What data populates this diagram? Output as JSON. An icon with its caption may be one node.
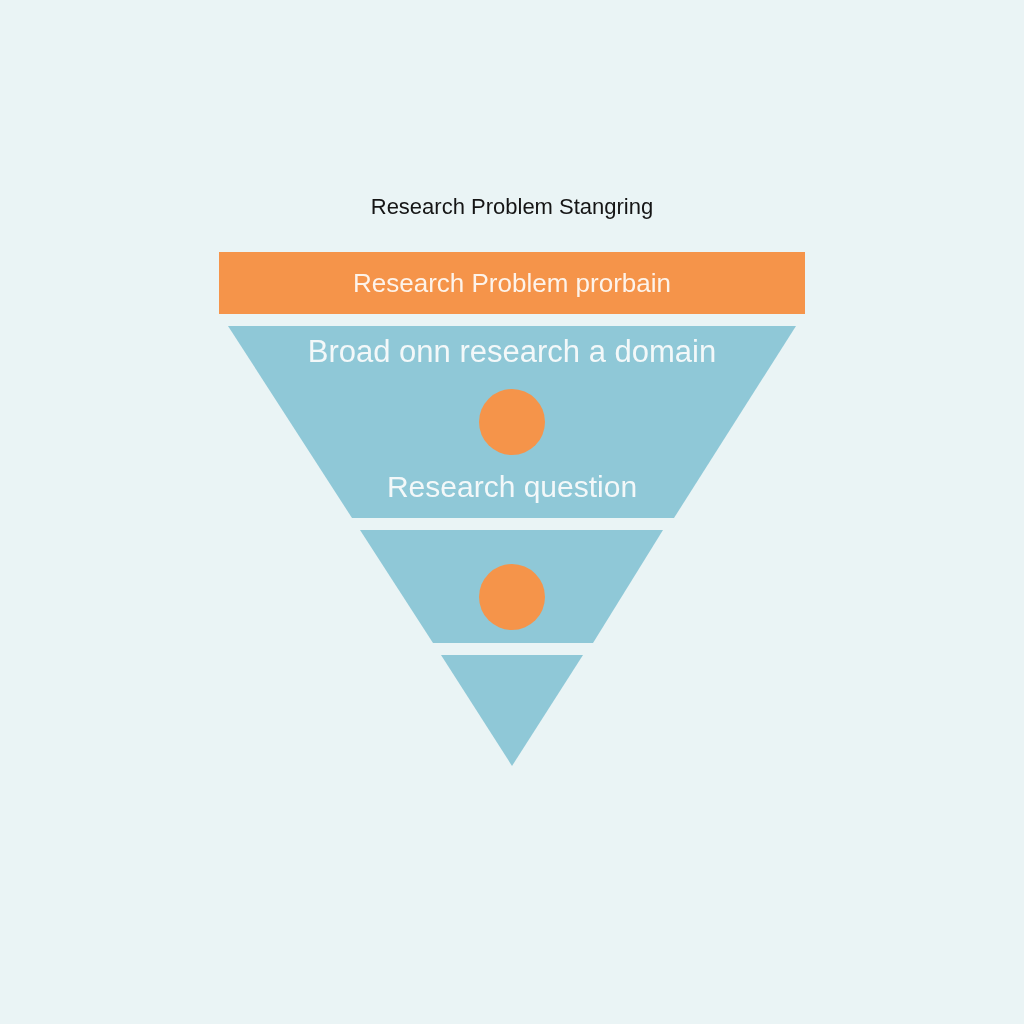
{
  "diagram": {
    "title": "Research Problem Stangring",
    "nodes": [
      {
        "text": [
          "Research Problem prorbain"
        ]
      },
      {
        "text": [
          "Broad onn research a domain",
          "Research question"
        ]
      },
      {
        "text": [],
        "shape": "circle",
        "in": 1
      },
      {
        "text": [],
        "shape": "trapezoid"
      },
      {
        "text": [],
        "shape": "circle",
        "in": 3
      },
      {
        "text": [],
        "shape": "triangle"
      }
    ]
  }
}
